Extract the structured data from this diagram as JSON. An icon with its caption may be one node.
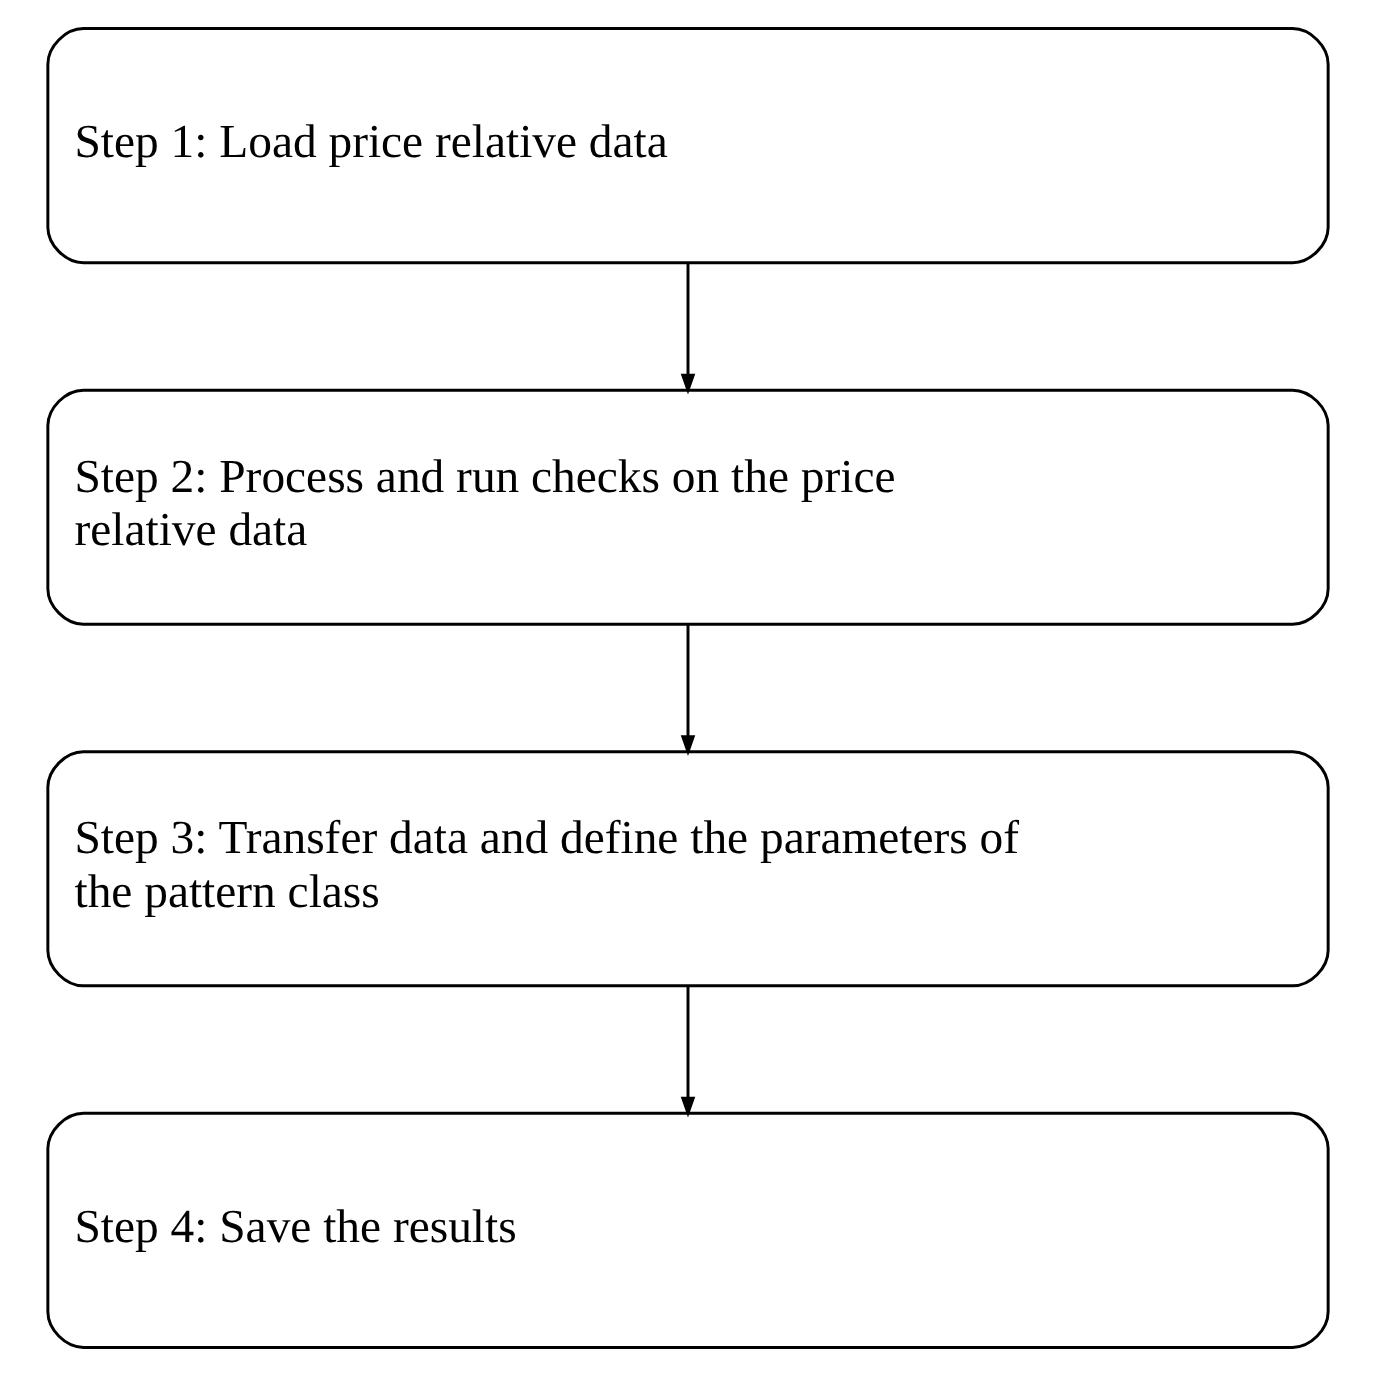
{
  "diagram": {
    "nodes": [
      {
        "text": [
          "Step 1: Load price relative data"
        ]
      },
      {
        "text": [
          "Step 2: Process and run checks on the price relative data"
        ]
      },
      {
        "text": [
          "Step 3: Transfer data and define the parameters of the pattern class"
        ]
      },
      {
        "text": [
          "Step 4: Save the results"
        ]
      }
    ],
    "edges": [
      {
        "from": 0,
        "to": 1,
        "arrow": "to"
      },
      {
        "from": 1,
        "to": 2,
        "arrow": "to"
      },
      {
        "from": 2,
        "to": 3,
        "arrow": "to"
      }
    ]
  }
}
